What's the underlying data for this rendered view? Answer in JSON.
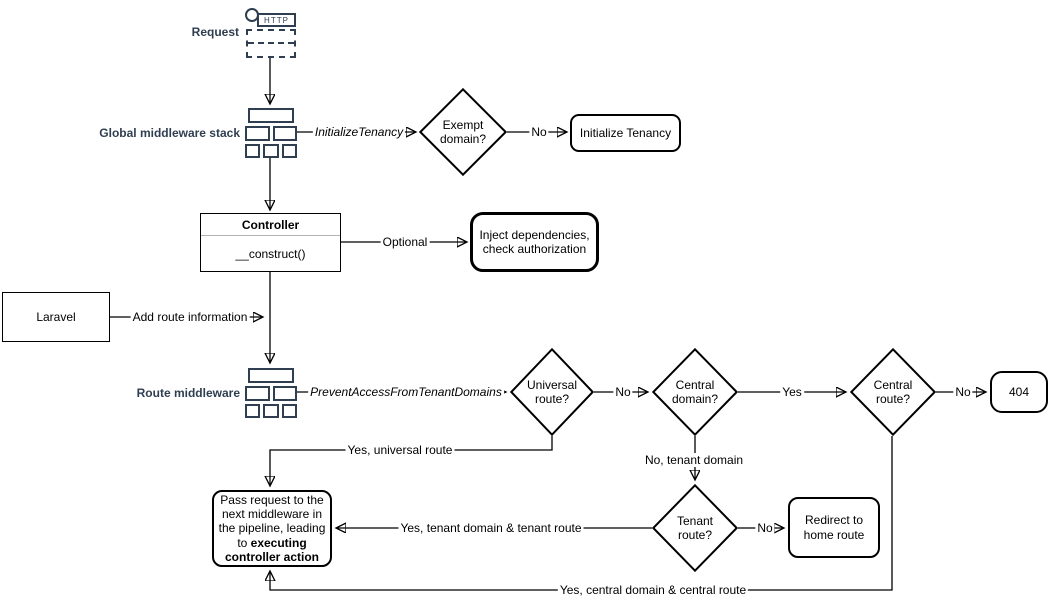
{
  "nodes": {
    "request": {
      "label": "Request"
    },
    "global_middleware_stack": {
      "label": "Global middleware stack"
    },
    "exempt_domain": {
      "label": "Exempt domain?"
    },
    "initialize_tenancy": {
      "label": "Initialize Tenancy"
    },
    "controller": {
      "title": "Controller",
      "method": "__construct()"
    },
    "inject_dependencies": {
      "label": "Inject dependencies, check authorization"
    },
    "laravel": {
      "label": "Laravel"
    },
    "route_middleware": {
      "label": "Route middleware"
    },
    "universal_route": {
      "label": "Universal route?"
    },
    "central_domain": {
      "label": "Central domain?"
    },
    "central_route": {
      "label": "Central route?"
    },
    "error_404": {
      "label": "404"
    },
    "tenant_route": {
      "label": "Tenant route?"
    },
    "redirect_home": {
      "label": "Redirect to home route"
    },
    "pass_request": {
      "text": "Pass request to the next middleware in the pipeline, leading to ",
      "bold_text": "executing controller action"
    }
  },
  "edge_labels": {
    "initialize_tenancy": "InitializeTenancy",
    "exempt_no": "No",
    "optional": "Optional",
    "add_route_information": "Add route information",
    "prevent_access": "PreventAccessFromTenantDomains",
    "universal_no": "No",
    "central_domain_yes": "Yes",
    "central_route_no": "No",
    "yes_universal_route": "Yes, universal route",
    "no_tenant_domain": "No, tenant domain",
    "tenant_no": "No",
    "yes_tenant_domain_route": "Yes, tenant domain & tenant route",
    "yes_central_domain_route": "Yes, central domain & central route"
  },
  "icons": {
    "http_label": "HTTP"
  },
  "colors": {
    "icon_accent": "#2f3e50",
    "shape_stroke": "#000000",
    "canvas_background": "#ffffff"
  }
}
